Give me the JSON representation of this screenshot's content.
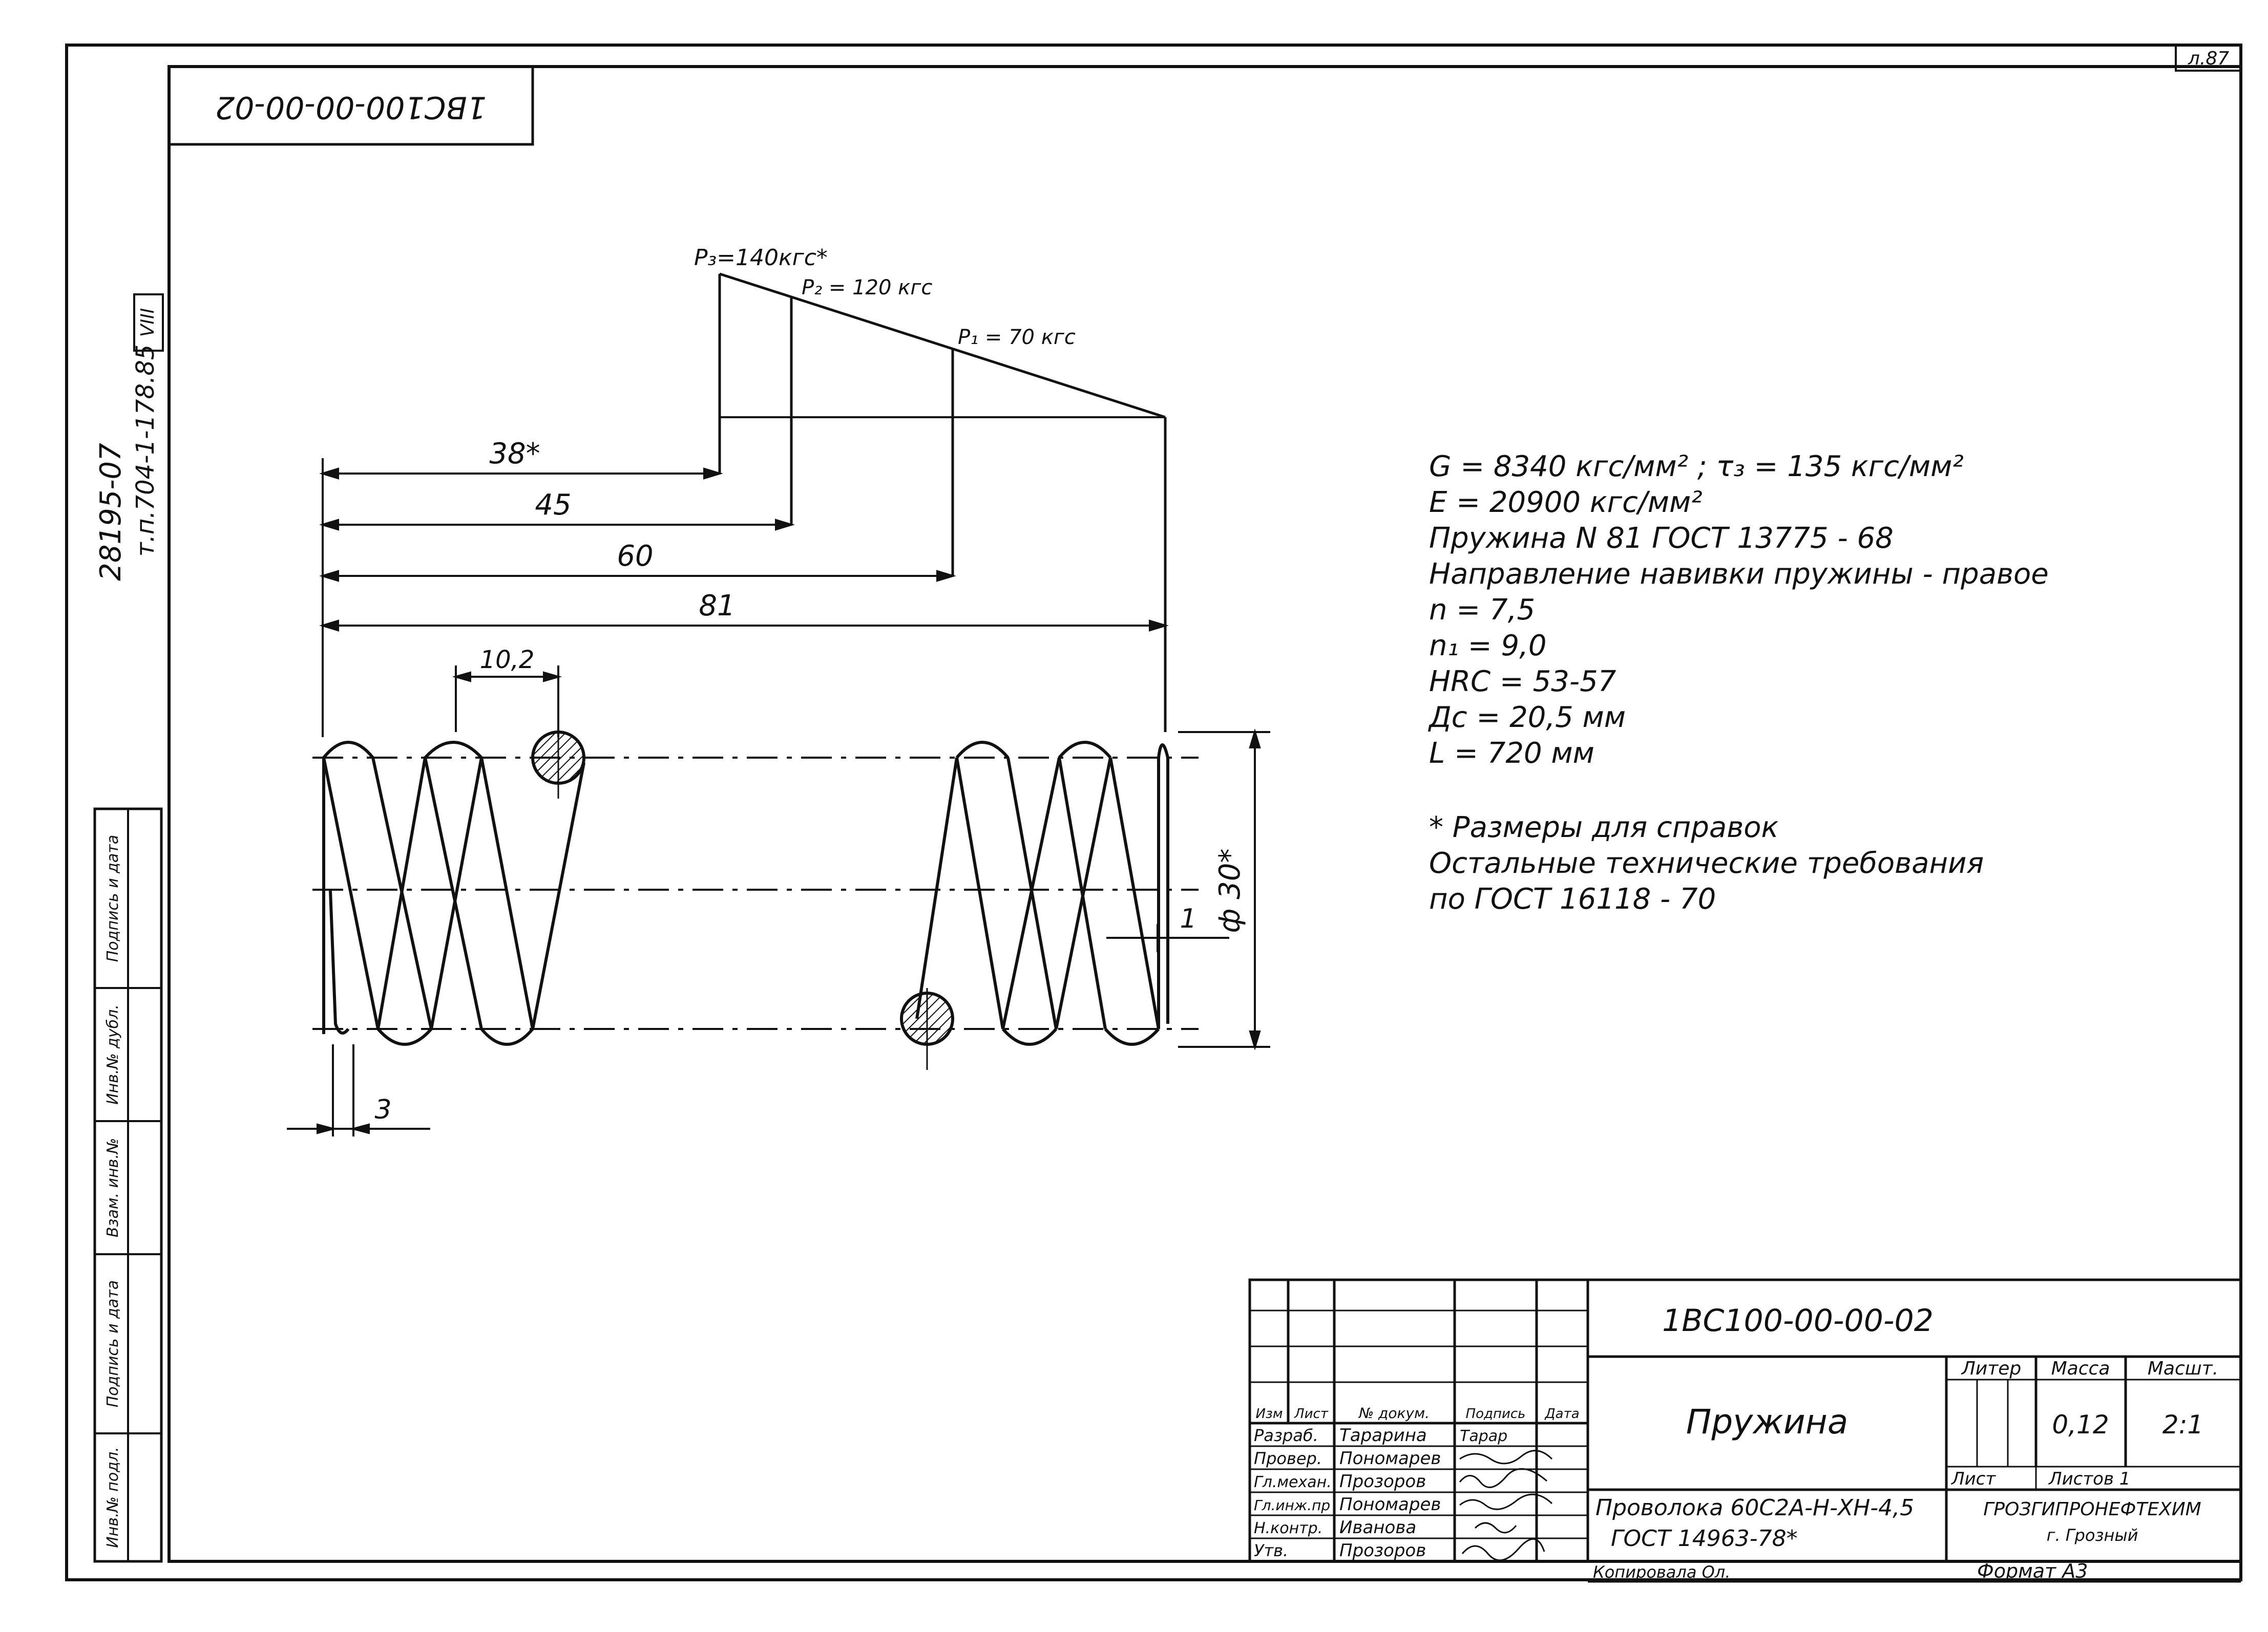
{
  "sheet_marker": "л.87",
  "rotated_code": "1BC100-00-00-02",
  "side_code_1": "28195-07",
  "side_code_2": "т.п.704-1-178.85",
  "side_code_box": "VIII",
  "side_stamp_labels": [
    "Инв.№ подл.",
    "Подпись и дата",
    "Взам. инв.№",
    "Инв.№ дубл.",
    "Подпись и дата"
  ],
  "load_labels": {
    "p3": "P₃=140кгс*",
    "p2": "P₂ = 120 кгс",
    "p1": "P₁ = 70 кгс"
  },
  "dimensions": {
    "d38": "38*",
    "d45": "45",
    "d60": "60",
    "d81": "81",
    "pitch": "10,2",
    "diameter": "ф 30*",
    "end_gap": "1",
    "end_thick": "3"
  },
  "tech_notes": [
    "G = 8340 кгс/мм² ;  τ₃ = 135 кгс/мм²",
    "E = 20900 кгс/мм²",
    "Пружина N 81   ГОСТ 13775 - 68",
    "Направление  навивки  пружины - правое",
    "n = 7,5",
    "n₁ = 9,0",
    "HRC = 53-57",
    "Дс = 20,5 мм",
    "L = 720 мм",
    "",
    "* Размеры  для  справок",
    "Остальные  технические  требования",
    "по ГОСТ 16118 - 70"
  ],
  "title_block": {
    "doc_code": "1BC100-00-00-02",
    "part_name": "Пружина",
    "material_line1": "Проволока 60С2А-Н-ХН-4,5",
    "material_line2": "ГОСТ 14963-78*",
    "header_cols": [
      "Изм",
      "Лист",
      "№ докум.",
      "Подпись",
      "Дата"
    ],
    "roles": [
      {
        "role": "Разраб.",
        "name": "Тарарина",
        "sign": "Тарар"
      },
      {
        "role": "Провер.",
        "name": "Пономарев",
        "sign": ""
      },
      {
        "role": "Гл.механ.",
        "name": "Прозоров",
        "sign": ""
      },
      {
        "role": "Гл.инж.пр",
        "name": "Пономарев",
        "sign": ""
      },
      {
        "role": "Н.контр.",
        "name": "Иванова",
        "sign": ""
      },
      {
        "role": "Утв.",
        "name": "Прозоров",
        "sign": ""
      }
    ],
    "liter_label": "Литер",
    "mass_label": "Масса",
    "scale_label": "Масшт.",
    "mass_value": "0,12",
    "scale_value": "2:1",
    "sheet_label": "Лист",
    "sheets_label": "Листов 1",
    "org_name": "ГРОЗГИПРОНЕФТЕХИМ",
    "org_city": "г. Грозный",
    "copied_by": "Копировала Ол.",
    "format_label": "Формат А3"
  }
}
